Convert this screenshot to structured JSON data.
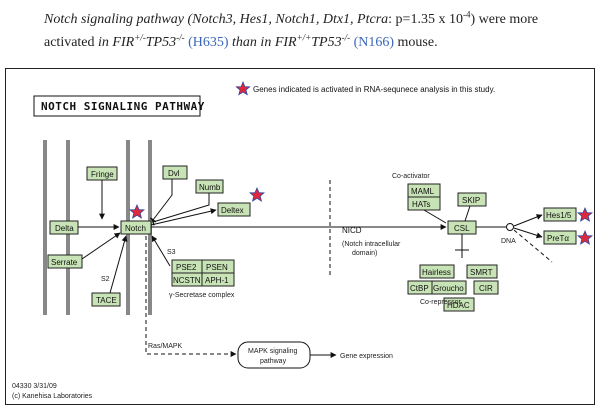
{
  "caption": {
    "line1_a": "Notch signaling pathway (",
    "line1_genes": "Notch3, Hes1, Notch1, Dtx1, Ptcra",
    "line1_p_label": ": p=1.35 x 10",
    "line1_p_exp": "-4",
    "line1_b": ") were more",
    "line2_a": "activated ",
    "line2_in1": "in FIR",
    "line2_sup1": "+/-",
    "line2_tp1": "TP53",
    "line2_sup2": "-/-",
    "line2_h635": "(H635)",
    "line2_than": " than in FIR",
    "line2_sup3": "+/+",
    "line2_tp2": "TP53",
    "line2_sup4": "-/-",
    "line2_n166": "(N166)",
    "line2_end": " mouse."
  },
  "diagram": {
    "title": "NOTCH SIGNALING PATHWAY",
    "legend": "Genes indicated is activated in RNA-sequnece analysis in this study.",
    "genes": {
      "fringe": "Fringe",
      "delta": "Delta",
      "serrate": "Serrate",
      "tace": "TACE",
      "notch": "Notch",
      "dvl": "Dvl",
      "numb": "Numb",
      "deltex": "Deltex",
      "pse2": "PSE2",
      "psen": "PSEN",
      "ncstn": "NCSTN",
      "aph1": "APH-1",
      "maml": "MAML",
      "hats": "HATs",
      "skip": "SKIP",
      "csl": "CSL",
      "hairless": "Hairless",
      "smrt": "SMRT",
      "ctbp": "CtBP",
      "groucho": "Groucho",
      "cir": "CIR",
      "hdac": "HDAC",
      "hes15": "Hes1/5",
      "pretα": "PreTα"
    },
    "labels": {
      "s2": "S2",
      "s3": "S3",
      "gamma_complex": "γ-Secretase complex",
      "nicd": "NICD",
      "nicd_full1": "(Notch intracellular",
      "nicd_full2": "domain)",
      "coactivator": "Co-activator",
      "corepressor": "Co-repressor",
      "dna": "DNA",
      "rasmapk": "Ras/MAPK",
      "mapk1": "MAPK signaling",
      "mapk2": "pathway",
      "gene_expression": "Gene expression",
      "footer1": "04330 3/31/09",
      "footer2": "(c) Kanehisa Laboratories"
    },
    "activated_genes": [
      "Notch",
      "Deltex",
      "Hes1/5",
      "PreTα"
    ],
    "colors": {
      "gene_box": "#c8e3b6",
      "star": "#e0283c",
      "link_blue": "#3a66b8"
    }
  }
}
